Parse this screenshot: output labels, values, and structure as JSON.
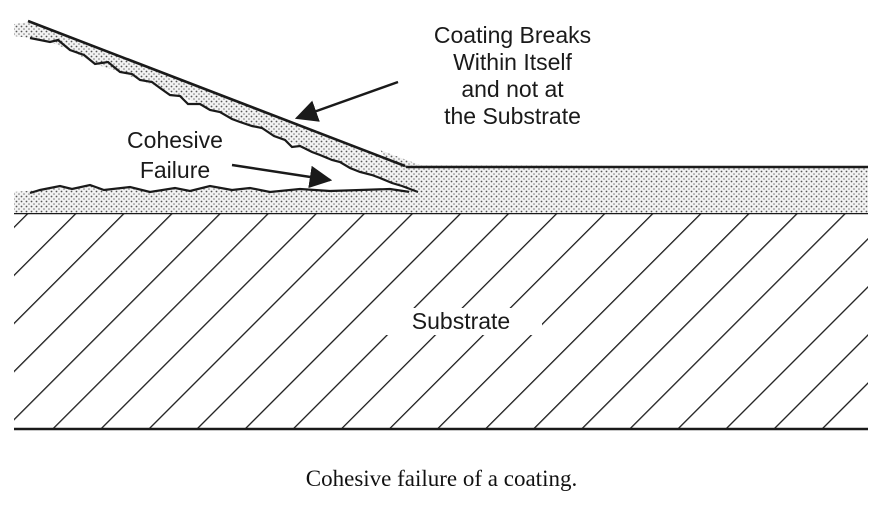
{
  "labels": {
    "coating_breaks": [
      "Coating Breaks",
      "Within Itself",
      "and not at",
      "the Substrate"
    ],
    "cohesive_failure": [
      "Cohesive",
      "Failure"
    ],
    "substrate": "Substrate"
  },
  "caption": "Cohesive failure of a coating.",
  "colors": {
    "ink": "#1a1a1a",
    "coating_dots": "#555555"
  }
}
